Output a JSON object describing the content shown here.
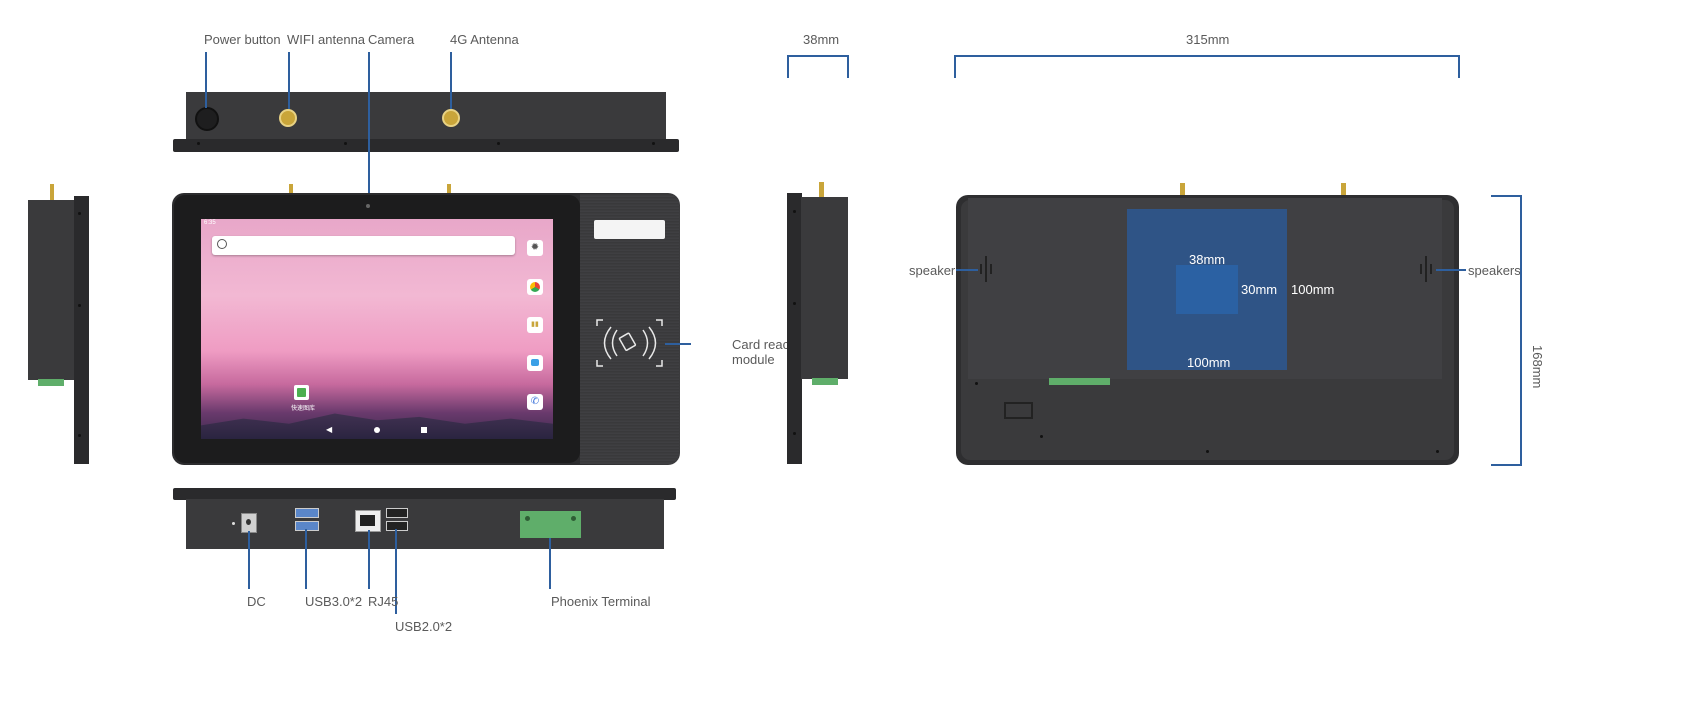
{
  "labels": {
    "power_button": "Power button",
    "wifi_antenna": "WIFI antenna",
    "camera": "Camera",
    "antenna_4g": "4G Antenna",
    "card_reader_line1": "Card reac",
    "card_reader_line2": "module",
    "dc": "DC",
    "usb30": "USB3.0*2",
    "rj45": "RJ45",
    "usb20": "USB2.0*2",
    "phoenix": "Phoenix Terminal",
    "speaker_left": "speaker",
    "speaker_right": "speakers"
  },
  "dimensions": {
    "depth": "38mm",
    "width": "315mm",
    "height": "168mm",
    "vesa_outer_w": "100mm",
    "vesa_outer_h": "100mm",
    "vesa_inner_w": "38mm",
    "vesa_inner_h": "30mm"
  },
  "screen": {
    "status_time": "6:35",
    "app_label": "快速图库"
  },
  "colors": {
    "dimension_line": "#2e5f9e",
    "chassis": "#3a3a3c",
    "vesa_plate": "#2f5486",
    "terminal": "#5fae6a",
    "antenna_gold": "#c9a53a"
  },
  "icons": [
    "power-button-icon",
    "antenna-icon",
    "camera-icon",
    "search-icon",
    "settings-icon",
    "chrome-icon",
    "calendar-icon",
    "message-icon",
    "phone-icon",
    "gallery-icon",
    "nfc-card-icon",
    "speaker-icon",
    "usb-port-icon",
    "rj45-port-icon",
    "dc-jack-icon",
    "phoenix-terminal-icon"
  ]
}
